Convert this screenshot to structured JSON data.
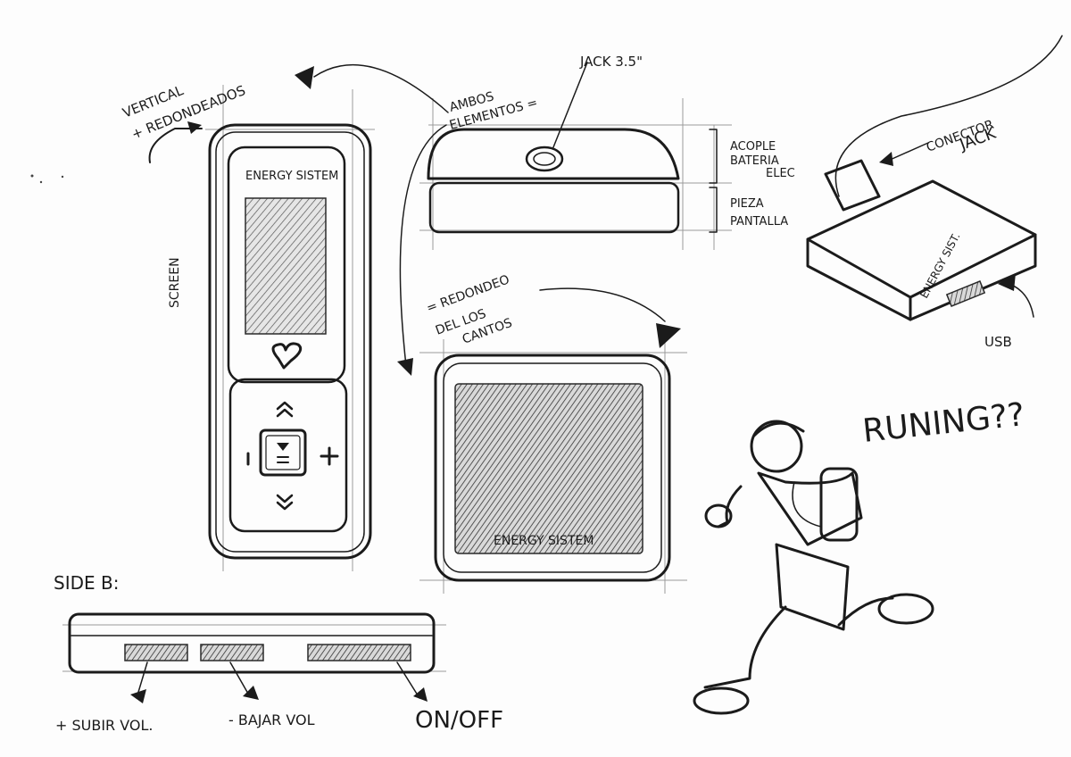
{
  "labels": {
    "vertical_1": "VERTICAL",
    "vertical_2": "+ REDONDEADOS",
    "screen": "SCREEN",
    "brand_front": "ENERGY SISTEM",
    "ambos_1": "AMBOS",
    "ambos_2": "ELEMENTOS =",
    "jack": "JACK 3.5\"",
    "acople_1": "ACOPLE",
    "acople_2": "BATERIA",
    "acople_3": "ELEC",
    "pieza_1": "PIEZA",
    "pieza_2": "PANTALLA",
    "redondeo_1": "= REDONDEO",
    "redondeo_2": "DEL LOS",
    "redondeo_3": "CANTOS",
    "brand_square": "ENERGY SISTEM",
    "conector_1": "CONECTOR",
    "conector_2": "JACK",
    "brand_usb": "ENERGY SIST.",
    "usb": "USB",
    "running": "RUNING??",
    "side_b": "SIDE B:",
    "subir": "+ SUBIR VOL.",
    "bajar": "- BAJAR VOL",
    "onoff": "ON/OFF"
  },
  "colors": {
    "ink": "#1b1b1b",
    "paper": "#fdfdfd",
    "guide": "#9a9a9a"
  }
}
